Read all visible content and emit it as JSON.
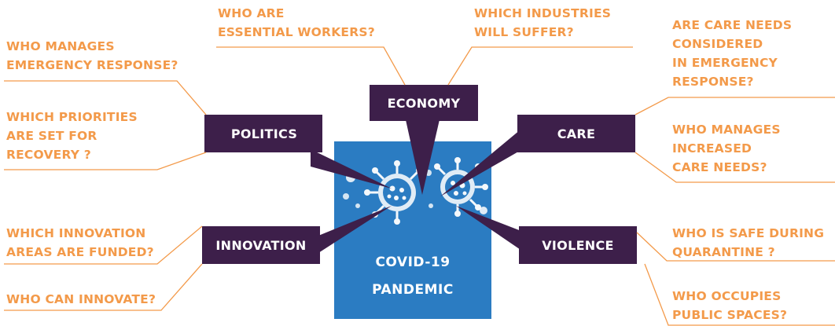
{
  "colors": {
    "question": "#f39a4a",
    "box": "#3d1f4a",
    "center": "#2b7cc2",
    "leader": "#f39a4a"
  },
  "center": {
    "line1": "COVID-19",
    "line2": "PANDEMIC",
    "icon": "virus-icon"
  },
  "themes": {
    "economy": "ECONOMY",
    "politics": "POLITICS",
    "care": "CARE",
    "innovation": "INNOVATION",
    "violence": "VIOLENCE"
  },
  "questions": {
    "essential": [
      "WHO ARE",
      "ESSENTIAL WORKERS?"
    ],
    "industries": [
      "WHICH INDUSTRIES",
      "WILL SUFFER?"
    ],
    "emergency": [
      "WHO MANAGES",
      "EMERGENCY RESPONSE?"
    ],
    "priorities": [
      "WHICH PRIORITIES",
      "ARE SET FOR",
      "RECOVERY ?"
    ],
    "care_considered": [
      "ARE CARE NEEDS",
      "CONSIDERED",
      "IN EMERGENCY",
      "RESPONSE?"
    ],
    "care_increased": [
      "WHO MANAGES",
      "INCREASED",
      "CARE NEEDS?"
    ],
    "innovation_areas": [
      "WHICH INNOVATION",
      "AREAS ARE FUNDED?"
    ],
    "innovate": [
      "WHO CAN INNOVATE?"
    ],
    "safe": [
      "WHO IS SAFE DURING",
      "QUARANTINE ?"
    ],
    "spaces": [
      "WHO OCCUPIES",
      "PUBLIC SPACES?"
    ]
  }
}
